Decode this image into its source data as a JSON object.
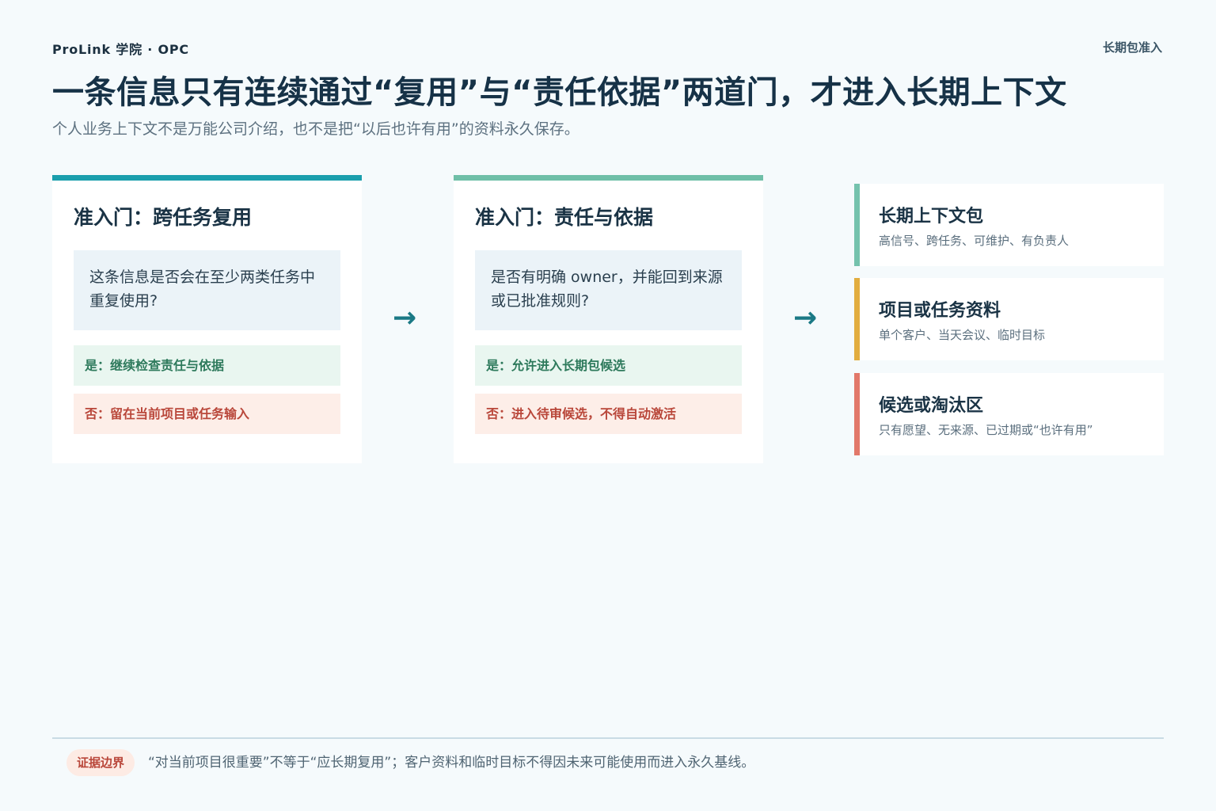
{
  "header": {
    "brand": "ProLink 学院 · OPC",
    "tag": "长期包准入",
    "title": "一条信息只有连续通过“复用”与“责任依据”两道门，才进入长期上下文",
    "subtitle": "个人业务上下文不是万能公司介绍，也不是把“以后也许有用”的资料永久保存。"
  },
  "gates": [
    {
      "title": "准入门：跨任务复用",
      "question": "这条信息是否会在至少两类任务中重复使用?",
      "yes": "是：继续检查责任与依据",
      "no": "否：留在当前项目或任务输入",
      "accent": "#1a9fad"
    },
    {
      "title": "准入门：责任与依据",
      "question": "是否有明确 owner，并能回到来源或已批准规则?",
      "yes": "是：允许进入长期包候选",
      "no": "否：进入待审候选，不得自动激活",
      "accent": "#6fbfa8"
    }
  ],
  "arrows": [
    "→",
    "→"
  ],
  "destinations": [
    {
      "title": "长期上下文包",
      "desc": "高信号、跨任务、可维护、有负责人",
      "accent": "#74c2ad"
    },
    {
      "title": "项目或任务资料",
      "desc": "单个客户、当天会议、临时目标",
      "accent": "#e2ad3f"
    },
    {
      "title": "候选或淘汰区",
      "desc": "只有愿望、无来源、已过期或“也许有用”",
      "accent": "#e2786a"
    }
  ],
  "footer": {
    "badge": "证据边界",
    "text": "“对当前项目很重要”不等于“应长期复用”；客户资料和临时目标不得因未来可能使用而进入永久基线。"
  }
}
